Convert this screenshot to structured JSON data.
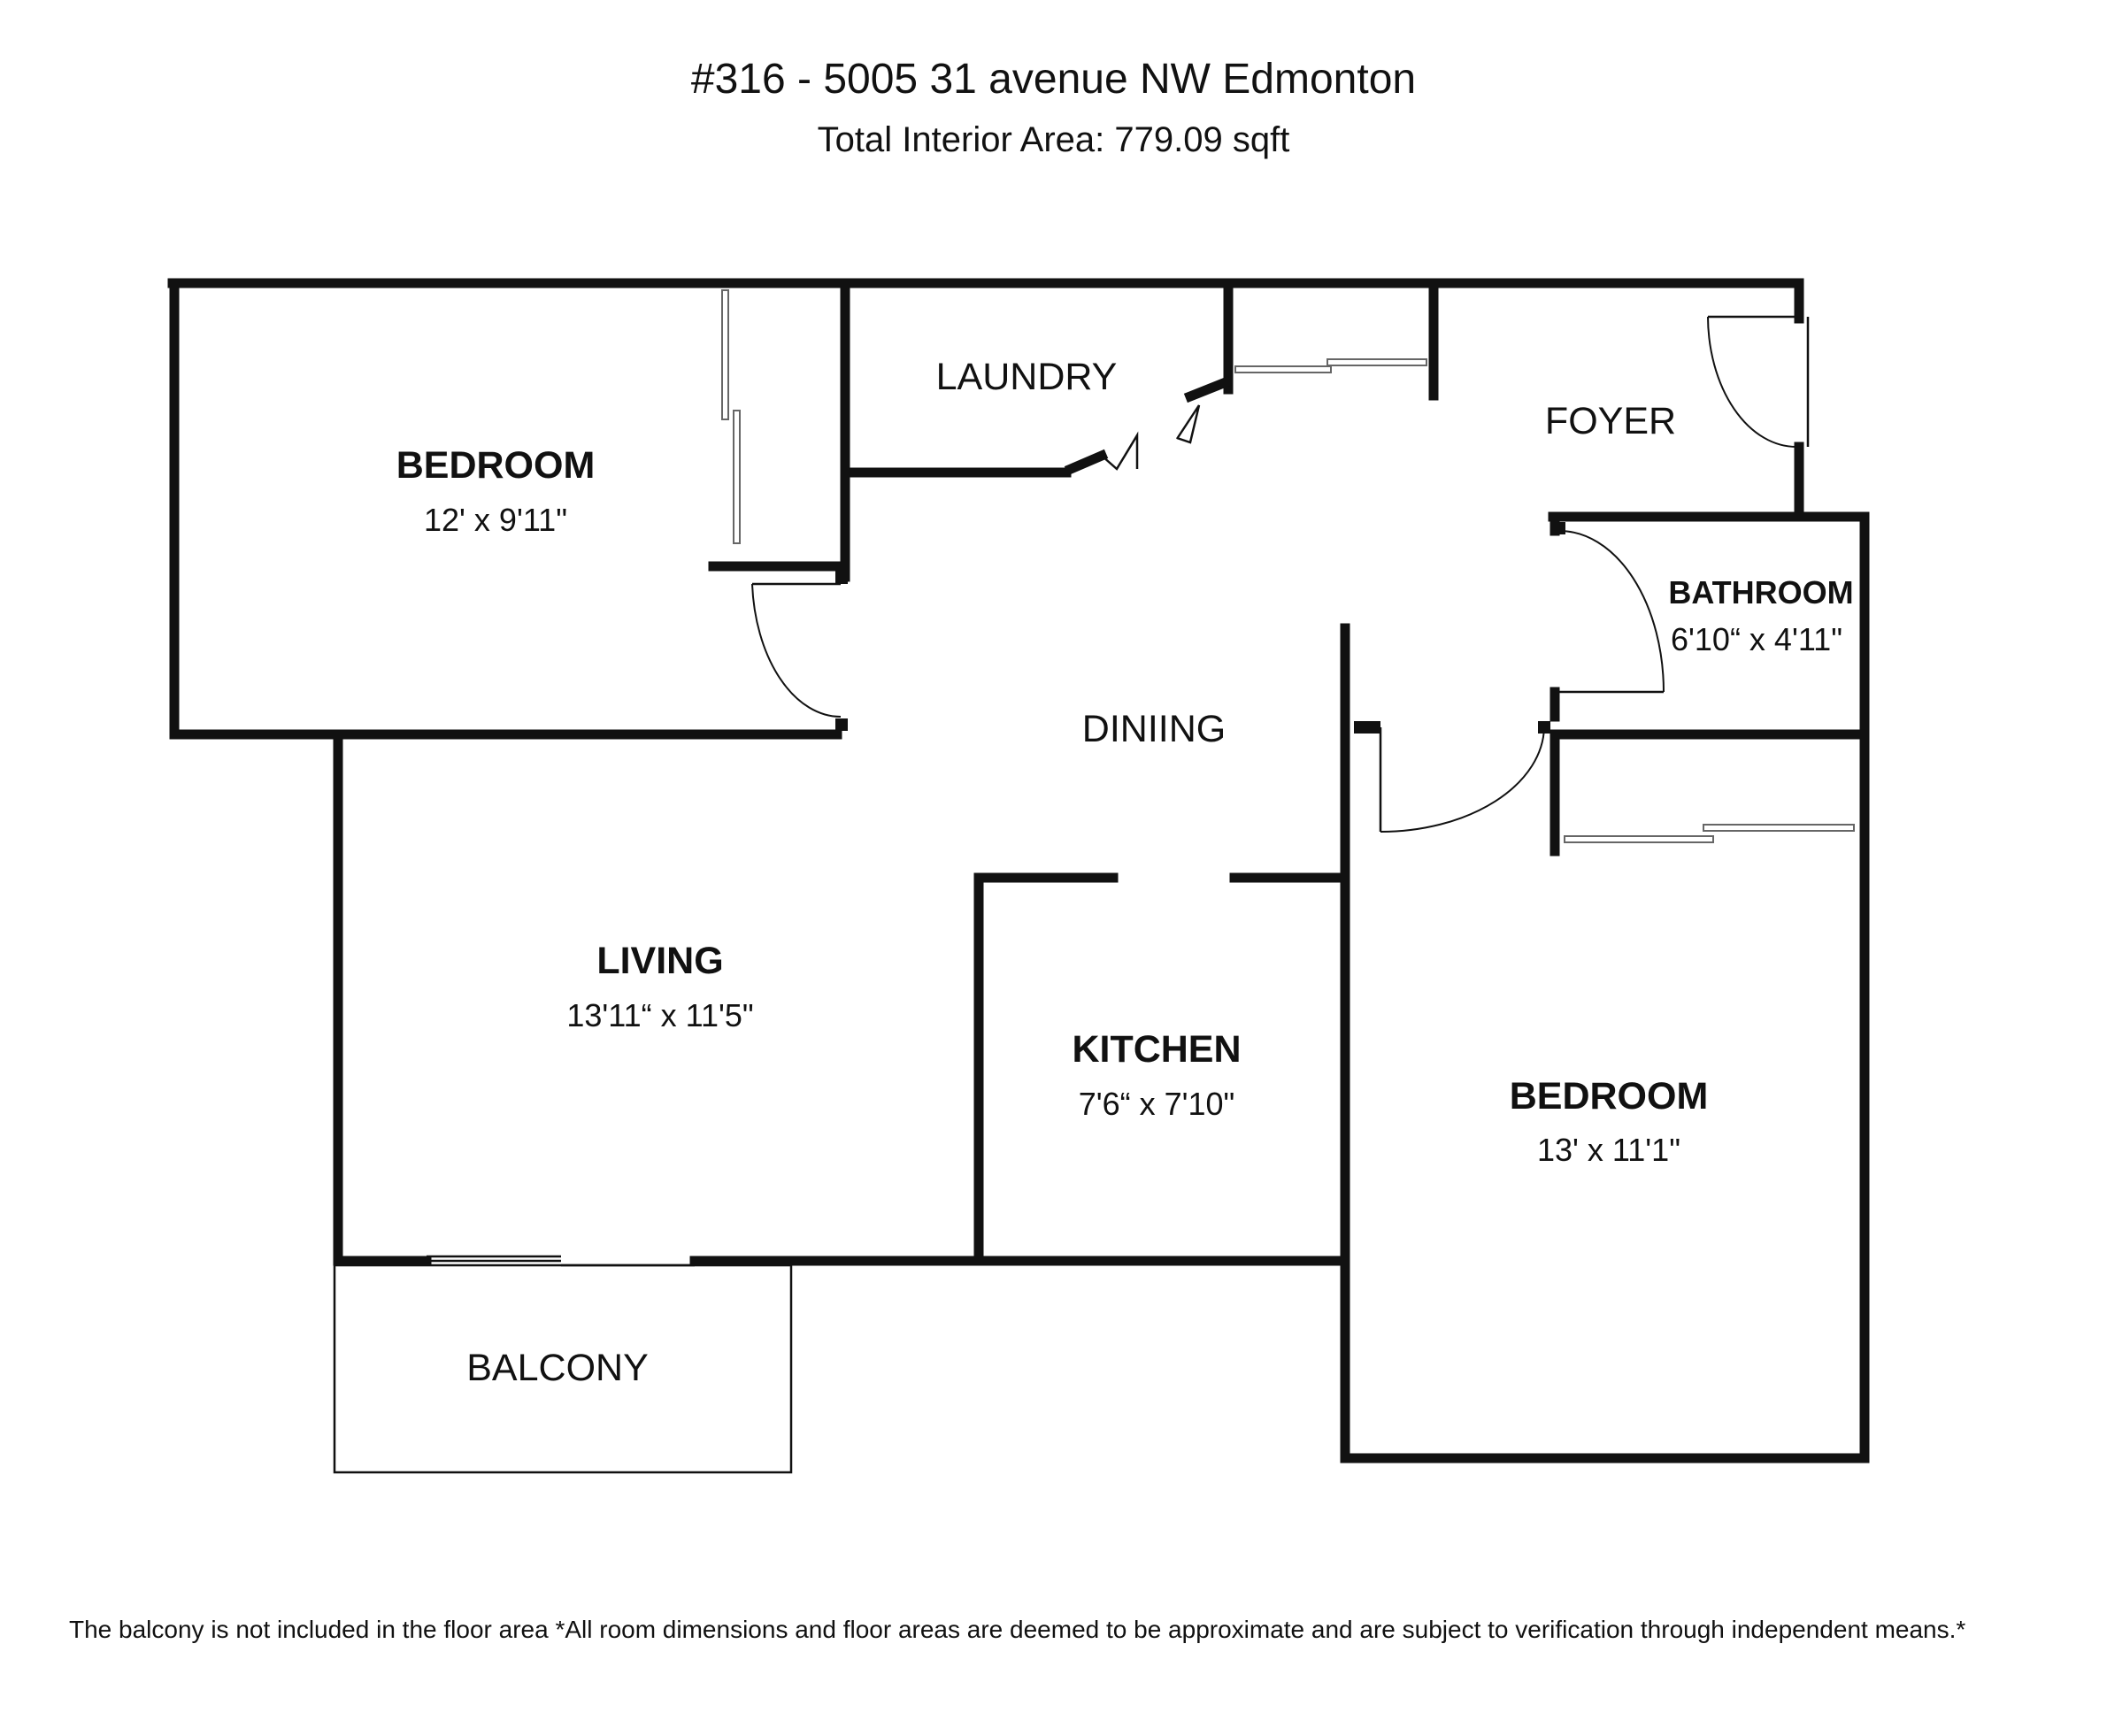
{
  "header": {
    "title": "#316 - 5005 31 avenue NW Edmonton",
    "subtitle": "Total Interior Area: 779.09 sqft"
  },
  "rooms": {
    "bedroom_1": {
      "name": "BEDROOM",
      "dims": "12' x  9'11\""
    },
    "laundry": {
      "name": "LAUNDRY"
    },
    "foyer": {
      "name": "FOYER"
    },
    "bathroom": {
      "name": "BATHROOM",
      "dims": "6'10“ x  4'11\""
    },
    "dining": {
      "name": "DINIING"
    },
    "living": {
      "name": "LIVING",
      "dims": "13'11“ x  11'5\""
    },
    "kitchen": {
      "name": "KITCHEN",
      "dims": "7'6“ x  7'10\""
    },
    "bedroom_2": {
      "name": "BEDROOM",
      "dims": "13' x  11'1\""
    },
    "balcony": {
      "name": "BALCONY"
    }
  },
  "footnote": "The balcony is not included in the floor area *All room dimensions and floor areas are deemed to be approximate and are subject to verification through independent means.*"
}
